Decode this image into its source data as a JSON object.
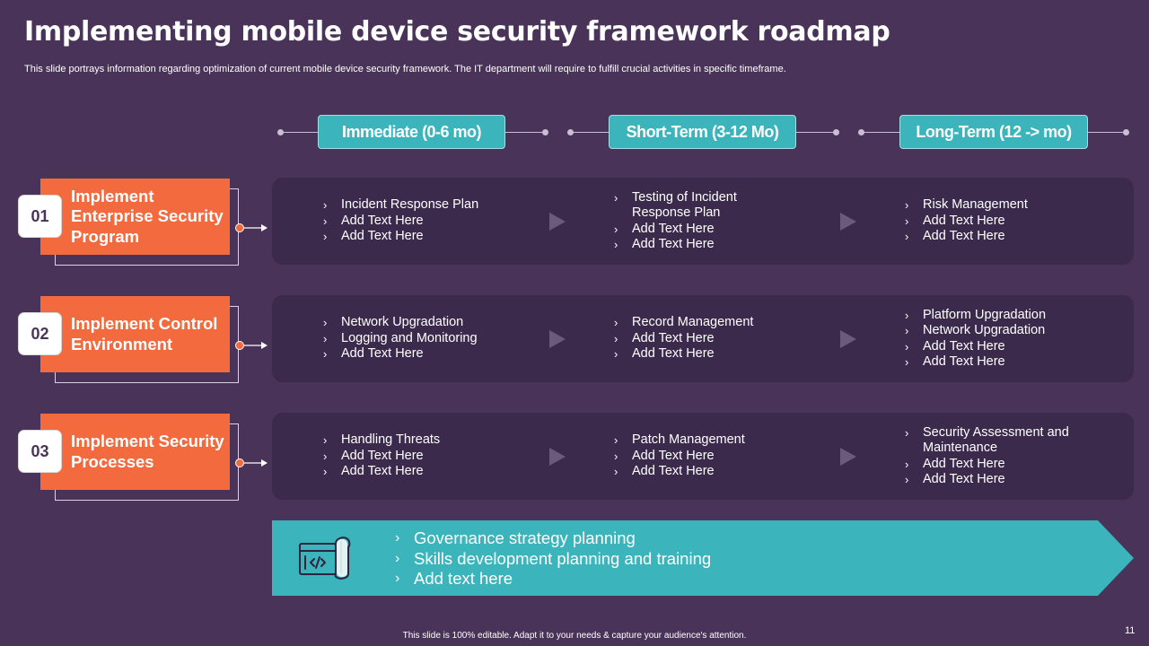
{
  "title": "Implementing mobile device security framework roadmap",
  "subtitle": "This slide portrays information regarding optimization of current mobile device security framework. The IT  department will require to fulfill crucial activities in specific timeframe.",
  "phases": [
    "Immediate (0-6 mo)",
    "Short-Term (3-12 Mo)",
    "Long-Term (12 -> mo)"
  ],
  "bullet_glyph": "›",
  "rows": [
    {
      "number": "01",
      "label": "Implement Enterprise Security Program",
      "columns": [
        [
          "Incident Response Plan",
          "Add Text Here",
          "Add Text Here"
        ],
        [
          "Testing of Incident Response Plan",
          "Add Text Here",
          "Add Text Here"
        ],
        [
          "Risk Management",
          "Add Text Here",
          "Add Text Here"
        ]
      ]
    },
    {
      "number": "02",
      "label": "Implement Control Environment",
      "columns": [
        [
          "Network Upgradation",
          "Logging and Monitoring",
          "Add Text Here"
        ],
        [
          "Record Management",
          "Add Text Here",
          "Add Text Here"
        ],
        [
          "Platform Upgradation",
          "Network Upgradation",
          "Add Text Here",
          "Add Text Here"
        ]
      ]
    },
    {
      "number": "03",
      "label": "Implement Security Processes",
      "columns": [
        [
          "Handling Threats",
          "Add Text Here",
          "Add Text Here"
        ],
        [
          "Patch Management",
          "Add Text Here",
          "Add Text Here"
        ],
        [
          "Security Assessment and Maintenance",
          "Add Text Here",
          "Add Text Here"
        ]
      ]
    }
  ],
  "banner": {
    "icon": "code-scroll-icon",
    "items": [
      "Governance strategy planning",
      "Skills development planning and training",
      "Add text here"
    ]
  },
  "footer": "This slide is 100% editable.  Adapt it to your needs & capture your audience's attention.",
  "page_number": "11",
  "colors": {
    "background": "#4a3358",
    "panel": "#3b2a4c",
    "accent_orange": "#f26a3d",
    "accent_teal": "#3bb4bb",
    "arrow_marker": "#6b5a7c"
  }
}
